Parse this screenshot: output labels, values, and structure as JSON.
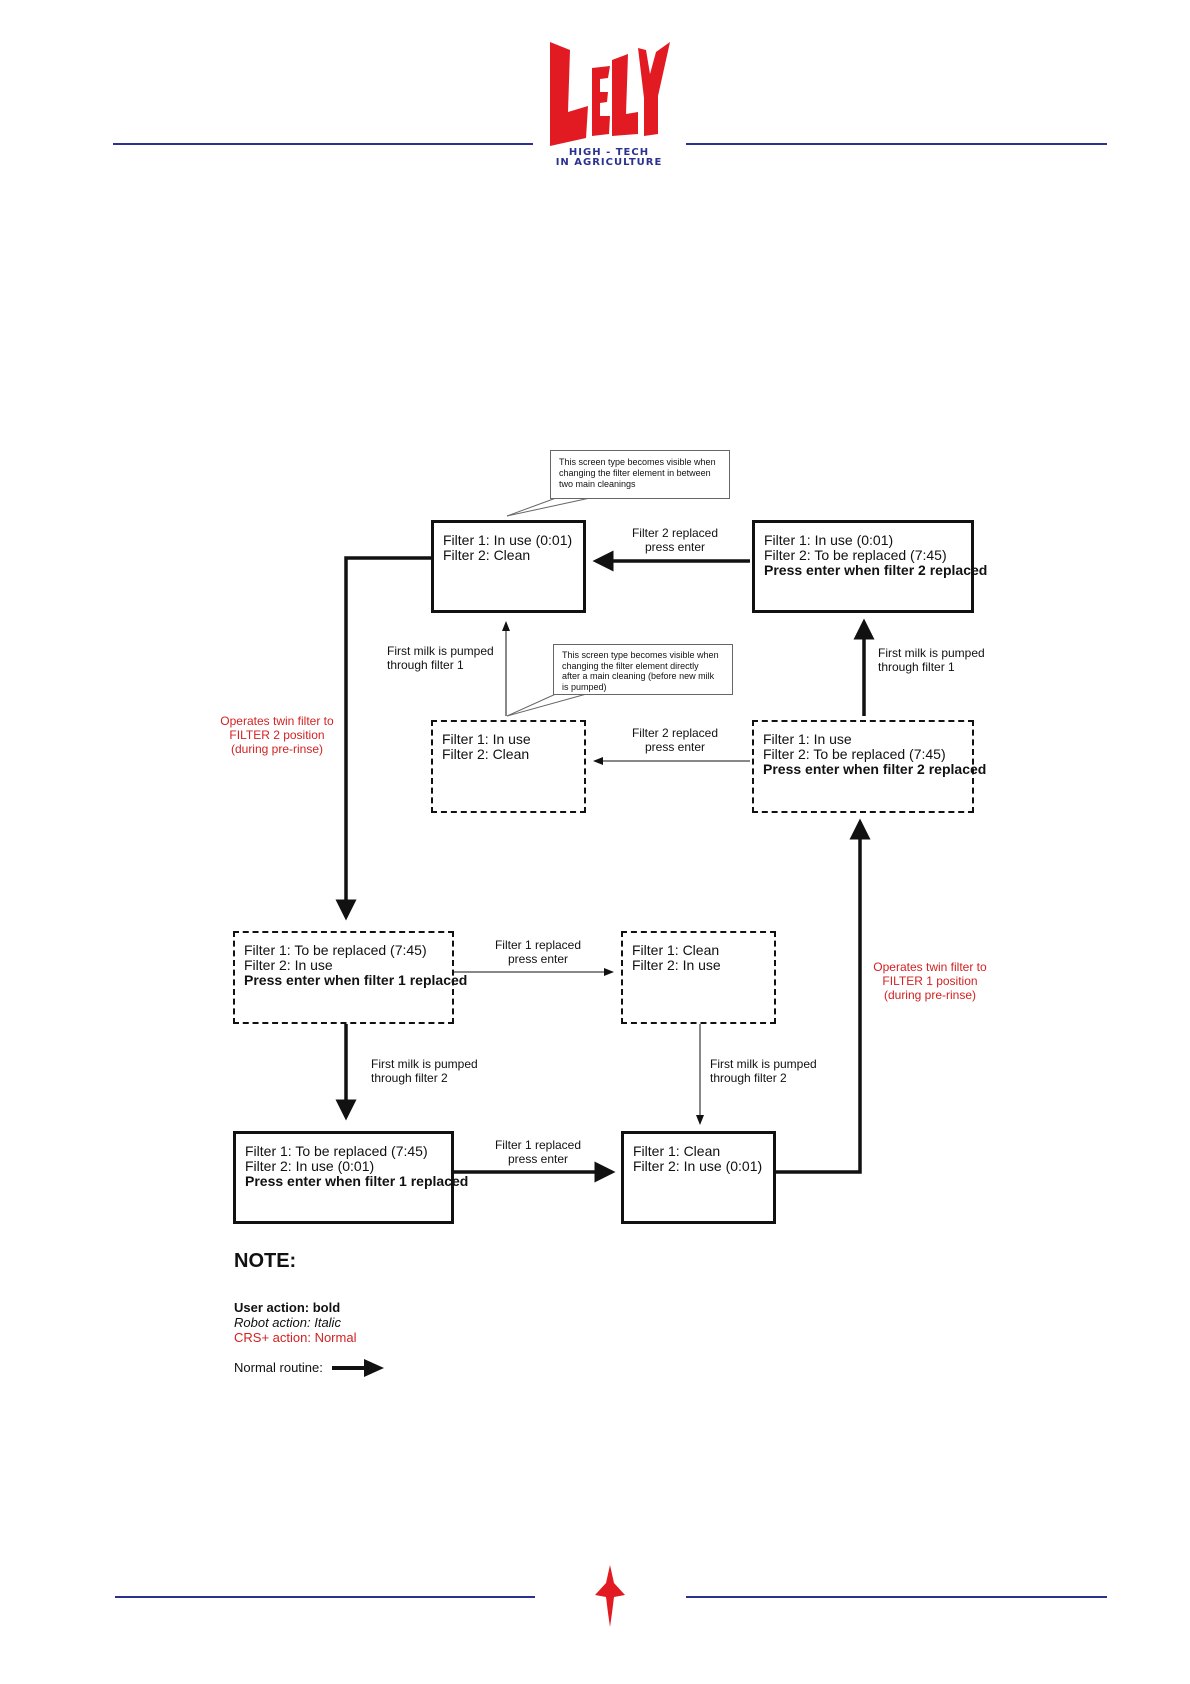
{
  "header": {
    "logo_text": "LELY",
    "tagline_line1": "HIGH - TECH",
    "tagline_line2": "IN AGRICULTURE"
  },
  "callouts": {
    "top": [
      "This screen type becomes visible when",
      "changing the filter element in between",
      "two main cleanings"
    ],
    "middle": [
      "This screen type becomes visible when",
      "changing the filter element directly",
      "after a main cleaning (before new milk",
      "is pumped)"
    ]
  },
  "boxes": {
    "box1": [
      "Filter 1: In use (0:01)",
      "Filter 2: Clean"
    ],
    "box2": [
      "Filter 1: In use (0:01)",
      "Filter 2: To be replaced (7:45)",
      "Press enter when filter 2 replaced"
    ],
    "box3": [
      "Filter 1: In use",
      "Filter 2: Clean"
    ],
    "box4": [
      "Filter 1: In use",
      "Filter 2: To be replaced (7:45)",
      "Press enter when filter 2 replaced"
    ],
    "box5": [
      "Filter 1: To be replaced (7:45)",
      "Filter 2: In use",
      "Press enter when filter 1 replaced"
    ],
    "box6": [
      "Filter 1: Clean",
      "Filter 2: In use"
    ],
    "box7": [
      "Filter 1: To be replaced (7:45)",
      "Filter 2: In use (0:01)",
      "Press enter when filter 1 replaced"
    ],
    "box8": [
      "Filter 1: Clean",
      "Filter 2: In use (0:01)"
    ]
  },
  "labels": {
    "filter2_replaced_top": [
      "Filter 2 replaced",
      "press enter"
    ],
    "filter2_replaced_mid": [
      "Filter 2 replaced",
      "press enter"
    ],
    "first_milk_filter1_left": [
      "First milk is pumped",
      "through filter 1"
    ],
    "first_milk_filter1_right": [
      "First milk is pumped",
      "through filter 1"
    ],
    "operates_filter2": [
      "Operates twin filter to",
      "FILTER 2 position",
      "(during pre-rinse)"
    ],
    "operates_filter1": [
      "Operates twin filter to",
      "FILTER 1 position",
      "(during pre-rinse)"
    ],
    "filter1_replaced_mid": [
      "Filter 1 replaced",
      "press enter"
    ],
    "filter1_replaced_bottom": [
      "Filter 1 replaced",
      "press enter"
    ],
    "first_milk_filter2_left": [
      "First milk is pumped",
      "through filter 2"
    ],
    "first_milk_filter2_right": [
      "First milk is pumped",
      "through filter 2"
    ]
  },
  "note": {
    "title": "NOTE:",
    "user_action": "User action: bold",
    "robot_action": "Robot action: Italic",
    "crs_action": "CRS+ action: Normal",
    "normal_routine": "Normal routine:"
  },
  "colors": {
    "brand_red": "#e21b23",
    "rule_blue": "#2a3190",
    "annotation_red": "#d32222"
  }
}
